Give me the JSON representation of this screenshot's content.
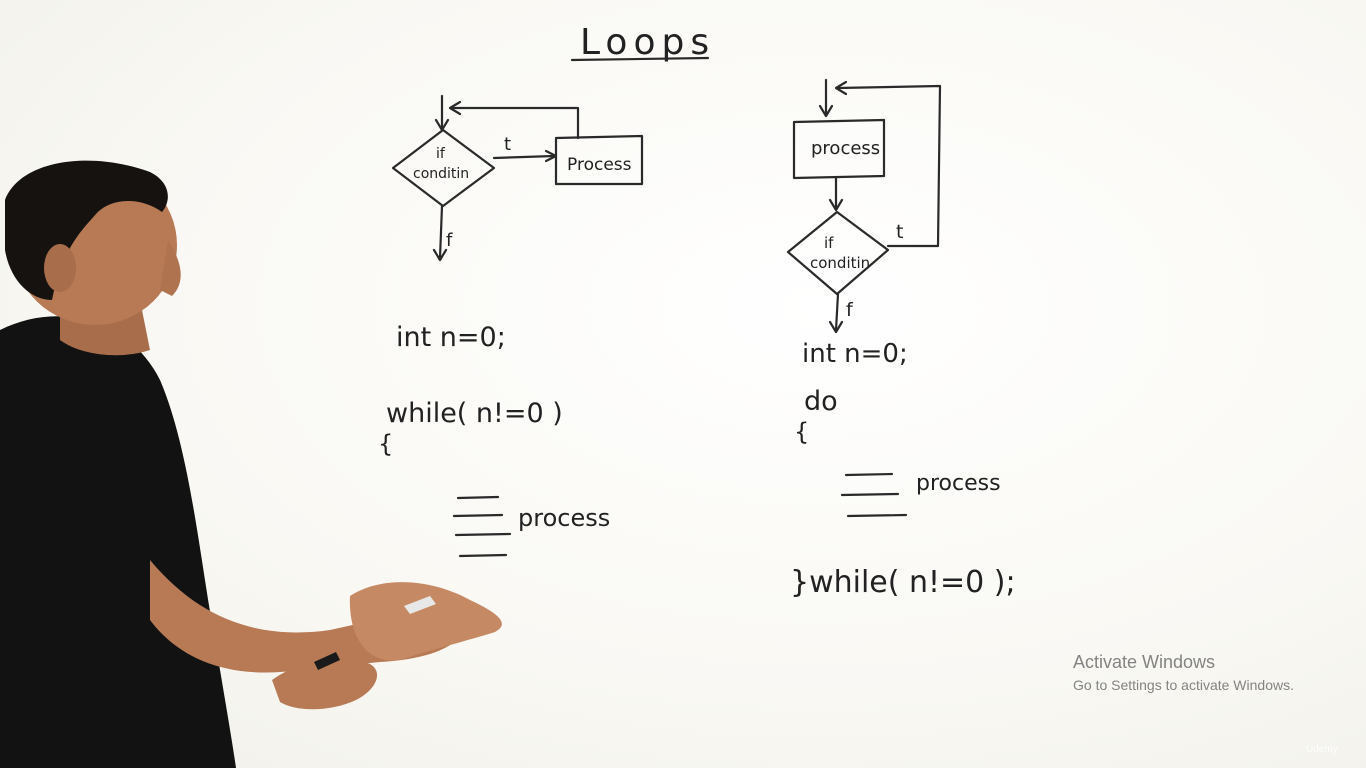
{
  "board": {
    "title": "Loops",
    "left": {
      "diamond_text_1": "if",
      "diamond_text_2": "conditin",
      "true_label": "t",
      "false_label": "f",
      "process_label": "Process",
      "code_decl": "int  n=0;",
      "code_while": "while( n!=0 )",
      "code_brace": "{",
      "code_process": "process"
    },
    "right": {
      "process_label": "process",
      "diamond_text_1": "if",
      "diamond_text_2": "conditin",
      "true_label": "t",
      "false_label": "f",
      "code_decl": "int  n=0;",
      "code_do": "do",
      "code_brace": "{",
      "code_process": "process",
      "code_while": "}while( n!=0 );"
    }
  },
  "overlay": {
    "activate_title": "Activate Windows",
    "activate_subtitle": "Go to Settings to activate Windows.",
    "watermark": "Udemy"
  },
  "colors": {
    "board": "#fbfaf6",
    "ink": "#2a2a2a",
    "shirt": "#111111",
    "skin": "#b77a55"
  }
}
